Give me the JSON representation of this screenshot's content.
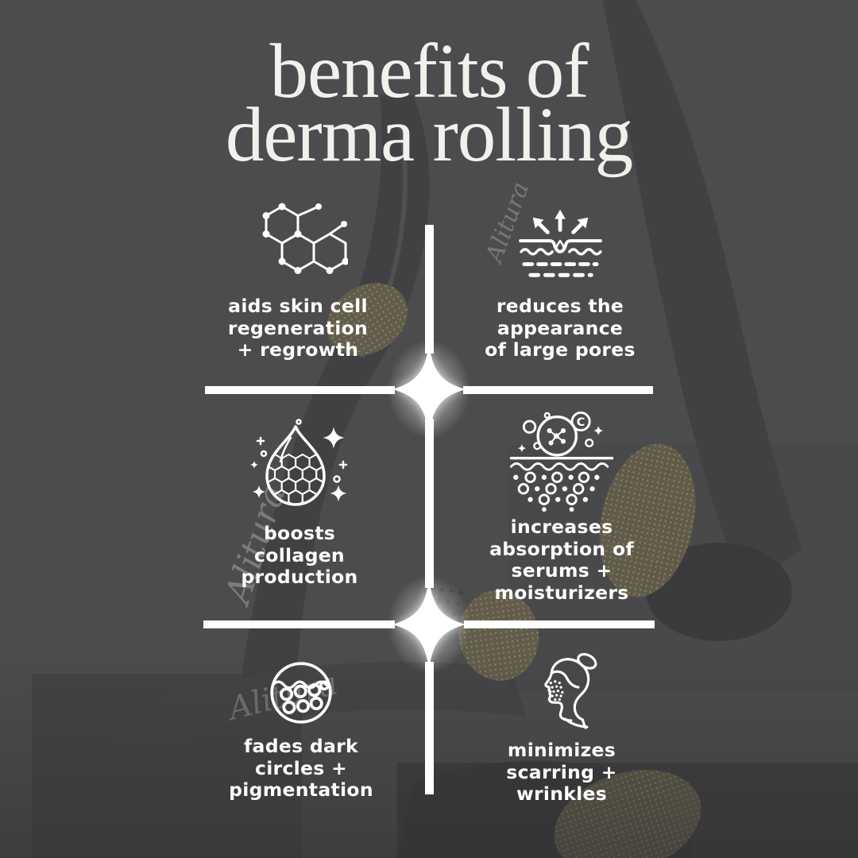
{
  "title": {
    "line1": "benefits of",
    "line2": "derma rolling"
  },
  "benefits": [
    {
      "icon": "skin-cell-molecule-icon",
      "lines": [
        "aids skin cell",
        "regeneration",
        "+ regrowth"
      ]
    },
    {
      "icon": "pores-skin-icon",
      "lines": [
        "reduces the",
        "appearance",
        "of large pores"
      ]
    },
    {
      "icon": "collagen-droplet-icon",
      "lines": [
        "boosts",
        "collagen",
        "production"
      ]
    },
    {
      "icon": "absorption-icon",
      "lines": [
        "increases",
        "absorption of",
        "serums +",
        "moisturizers"
      ],
      "vitamin_label": "C"
    },
    {
      "icon": "dark-circles-icon",
      "lines": [
        "fades dark",
        "circles +",
        "pigmentation"
      ]
    },
    {
      "icon": "face-profile-icon",
      "lines": [
        "minimizes",
        "scarring +",
        "wrinkles"
      ]
    }
  ],
  "background": {
    "signature_script": "Alitura"
  },
  "colors": {
    "background": "#4c4c4e",
    "text": "#ffffff",
    "accent_gold": "#8a7a52"
  }
}
